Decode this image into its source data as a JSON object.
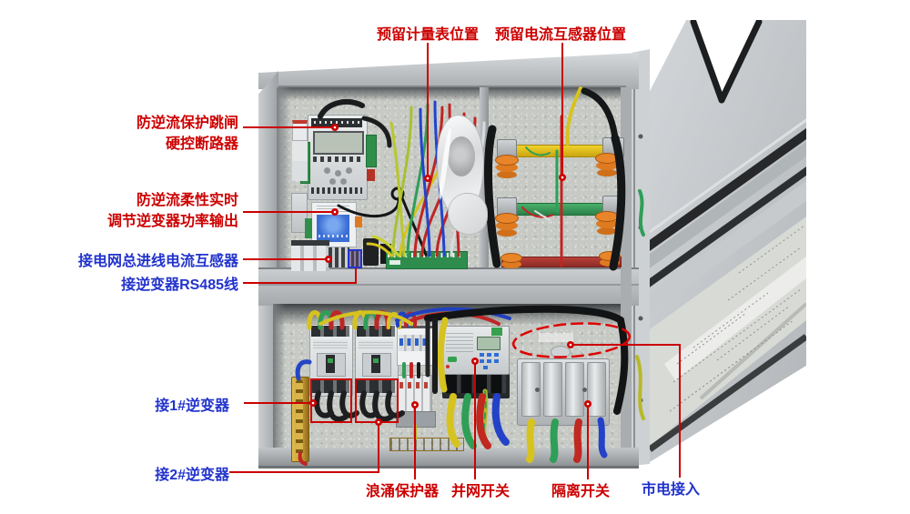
{
  "colors": {
    "red": "#cc0000",
    "blue": "#2233cc"
  },
  "annotations": {
    "reserved_meter": {
      "text": "预留计量表位置",
      "color": "red"
    },
    "reserved_ct": {
      "text": "预留电流互感器位置",
      "color": "red"
    },
    "backflow_trip": {
      "line1": "防逆流保护跳闸",
      "line2": "硬控断路器",
      "color": "red"
    },
    "backflow_adjust": {
      "line1": "防逆流柔性实时",
      "line2": "调节逆变器功率输出",
      "color": "red"
    },
    "grid_inlet_ct": {
      "text": "接电网总进线电流互感器",
      "color": "blue"
    },
    "rs485": {
      "text": "接逆变器RS485线",
      "color": "blue"
    },
    "inverter1": {
      "text": "接1#逆变器",
      "color": "blue"
    },
    "inverter2": {
      "text": "接2#逆变器",
      "color": "blue"
    },
    "surge_protector": {
      "text": "浪涌保护器",
      "color": "red"
    },
    "grid_tie_switch": {
      "text": "并网开关",
      "color": "red"
    },
    "isolation_switch": {
      "text": "隔离开关",
      "color": "red"
    },
    "mains_input": {
      "text": "市电接入",
      "color": "blue"
    }
  }
}
